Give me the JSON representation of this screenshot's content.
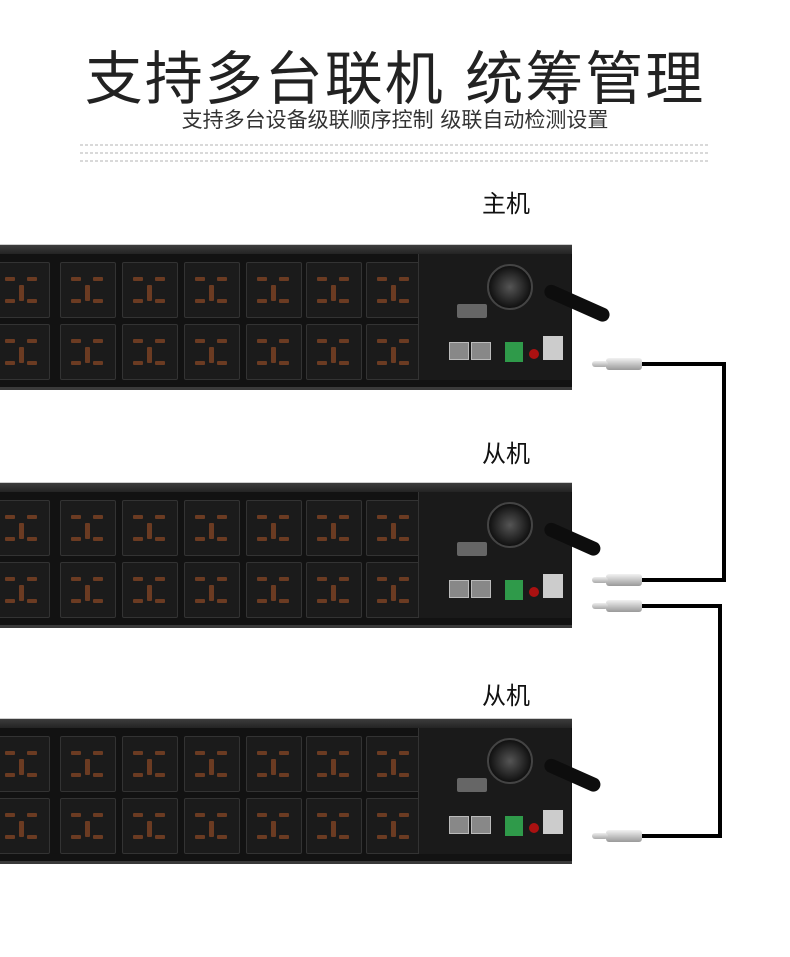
{
  "header": {
    "title": "支持多台联机 统筹管理",
    "subtitle": "支持多台设备级联顺序控制 级联自动检测设置"
  },
  "labels": {
    "master": "主机",
    "slave1": "从机",
    "slave2": "从机"
  },
  "colors": {
    "background": "#ffffff",
    "device_body": "#121212",
    "socket_pins": "#6b3b22",
    "cable": "#000000",
    "terminal_green": "#2f9a4a"
  }
}
